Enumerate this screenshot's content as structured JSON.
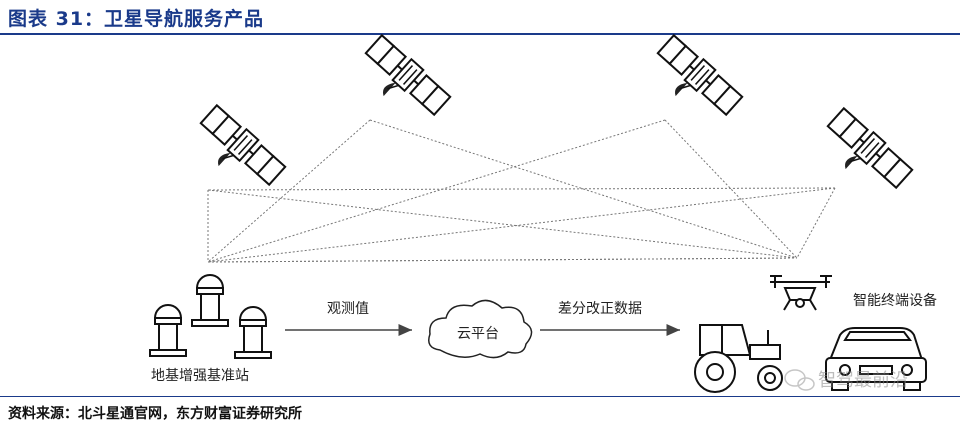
{
  "title": "图表 31：卫星导航服务产品",
  "source": "资料来源：北斗星通官网，东方财富证券研究所",
  "diagram": {
    "station_label": "地基增强基准站",
    "observation_label": "观测值",
    "cloud_label": "云平台",
    "correction_label": "差分改正数据",
    "terminal_label": "智能终端设备",
    "watermark": "智驾最前沿"
  }
}
